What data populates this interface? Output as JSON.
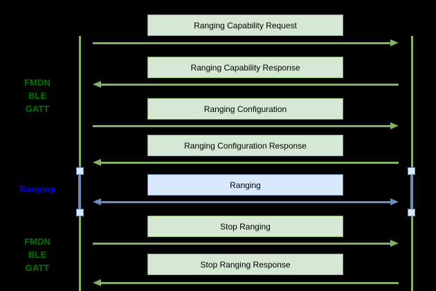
{
  "diagram": {
    "type": "sequence-diagram",
    "background": "#000000",
    "side_labels": [
      {
        "text": "FMDN\nBLE\nGATT",
        "color": "#007700"
      },
      {
        "text": "Ranging",
        "color": "#0000ee"
      },
      {
        "text": "FMDN\nBLE\nGATT",
        "color": "#007700"
      }
    ],
    "messages": [
      {
        "label": "Ranging Capability Request",
        "direction": "right",
        "style": "green"
      },
      {
        "label": "Ranging Capability Response",
        "direction": "left",
        "style": "green"
      },
      {
        "label": "Ranging Configuration",
        "direction": "right",
        "style": "green"
      },
      {
        "label": "Ranging Configuration Response",
        "direction": "left",
        "style": "green"
      },
      {
        "label": "Ranging",
        "direction": "both",
        "style": "blue"
      },
      {
        "label": "Stop Ranging",
        "direction": "right",
        "style": "green"
      },
      {
        "label": "Stop Ranging Response",
        "direction": "left",
        "style": "green"
      }
    ],
    "colors": {
      "green_fill": "#d5e8d4",
      "green_stroke": "#82b366",
      "blue_fill": "#dae8fc",
      "blue_stroke": "#6c8ebf",
      "label_green": "#007700",
      "label_blue": "#0000ee",
      "box_text": "#000000"
    }
  }
}
